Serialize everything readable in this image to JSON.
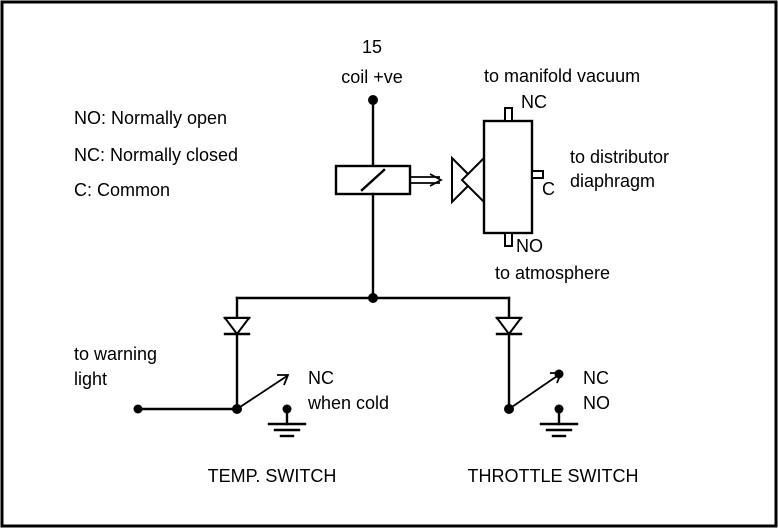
{
  "legend": {
    "no": "NO: Normally open",
    "nc": "NC: Normally closed",
    "c": "C: Common"
  },
  "supply": {
    "terminal": "15",
    "label": "coil +ve"
  },
  "valve": {
    "top_label": "to manifold vacuum",
    "nc": "NC",
    "side_label_1": "to distributor",
    "side_label_2": "diaphragm",
    "c": "C",
    "no": "NO",
    "bottom_label": "to atmosphere"
  },
  "temp_switch": {
    "warning_label_1": "to warning",
    "warning_label_2": "light",
    "nc_label_1": "NC",
    "nc_label_2": "when cold",
    "title": "TEMP. SWITCH"
  },
  "throttle_switch": {
    "nc": "NC",
    "no": "NO",
    "title": "THROTTLE SWITCH"
  }
}
